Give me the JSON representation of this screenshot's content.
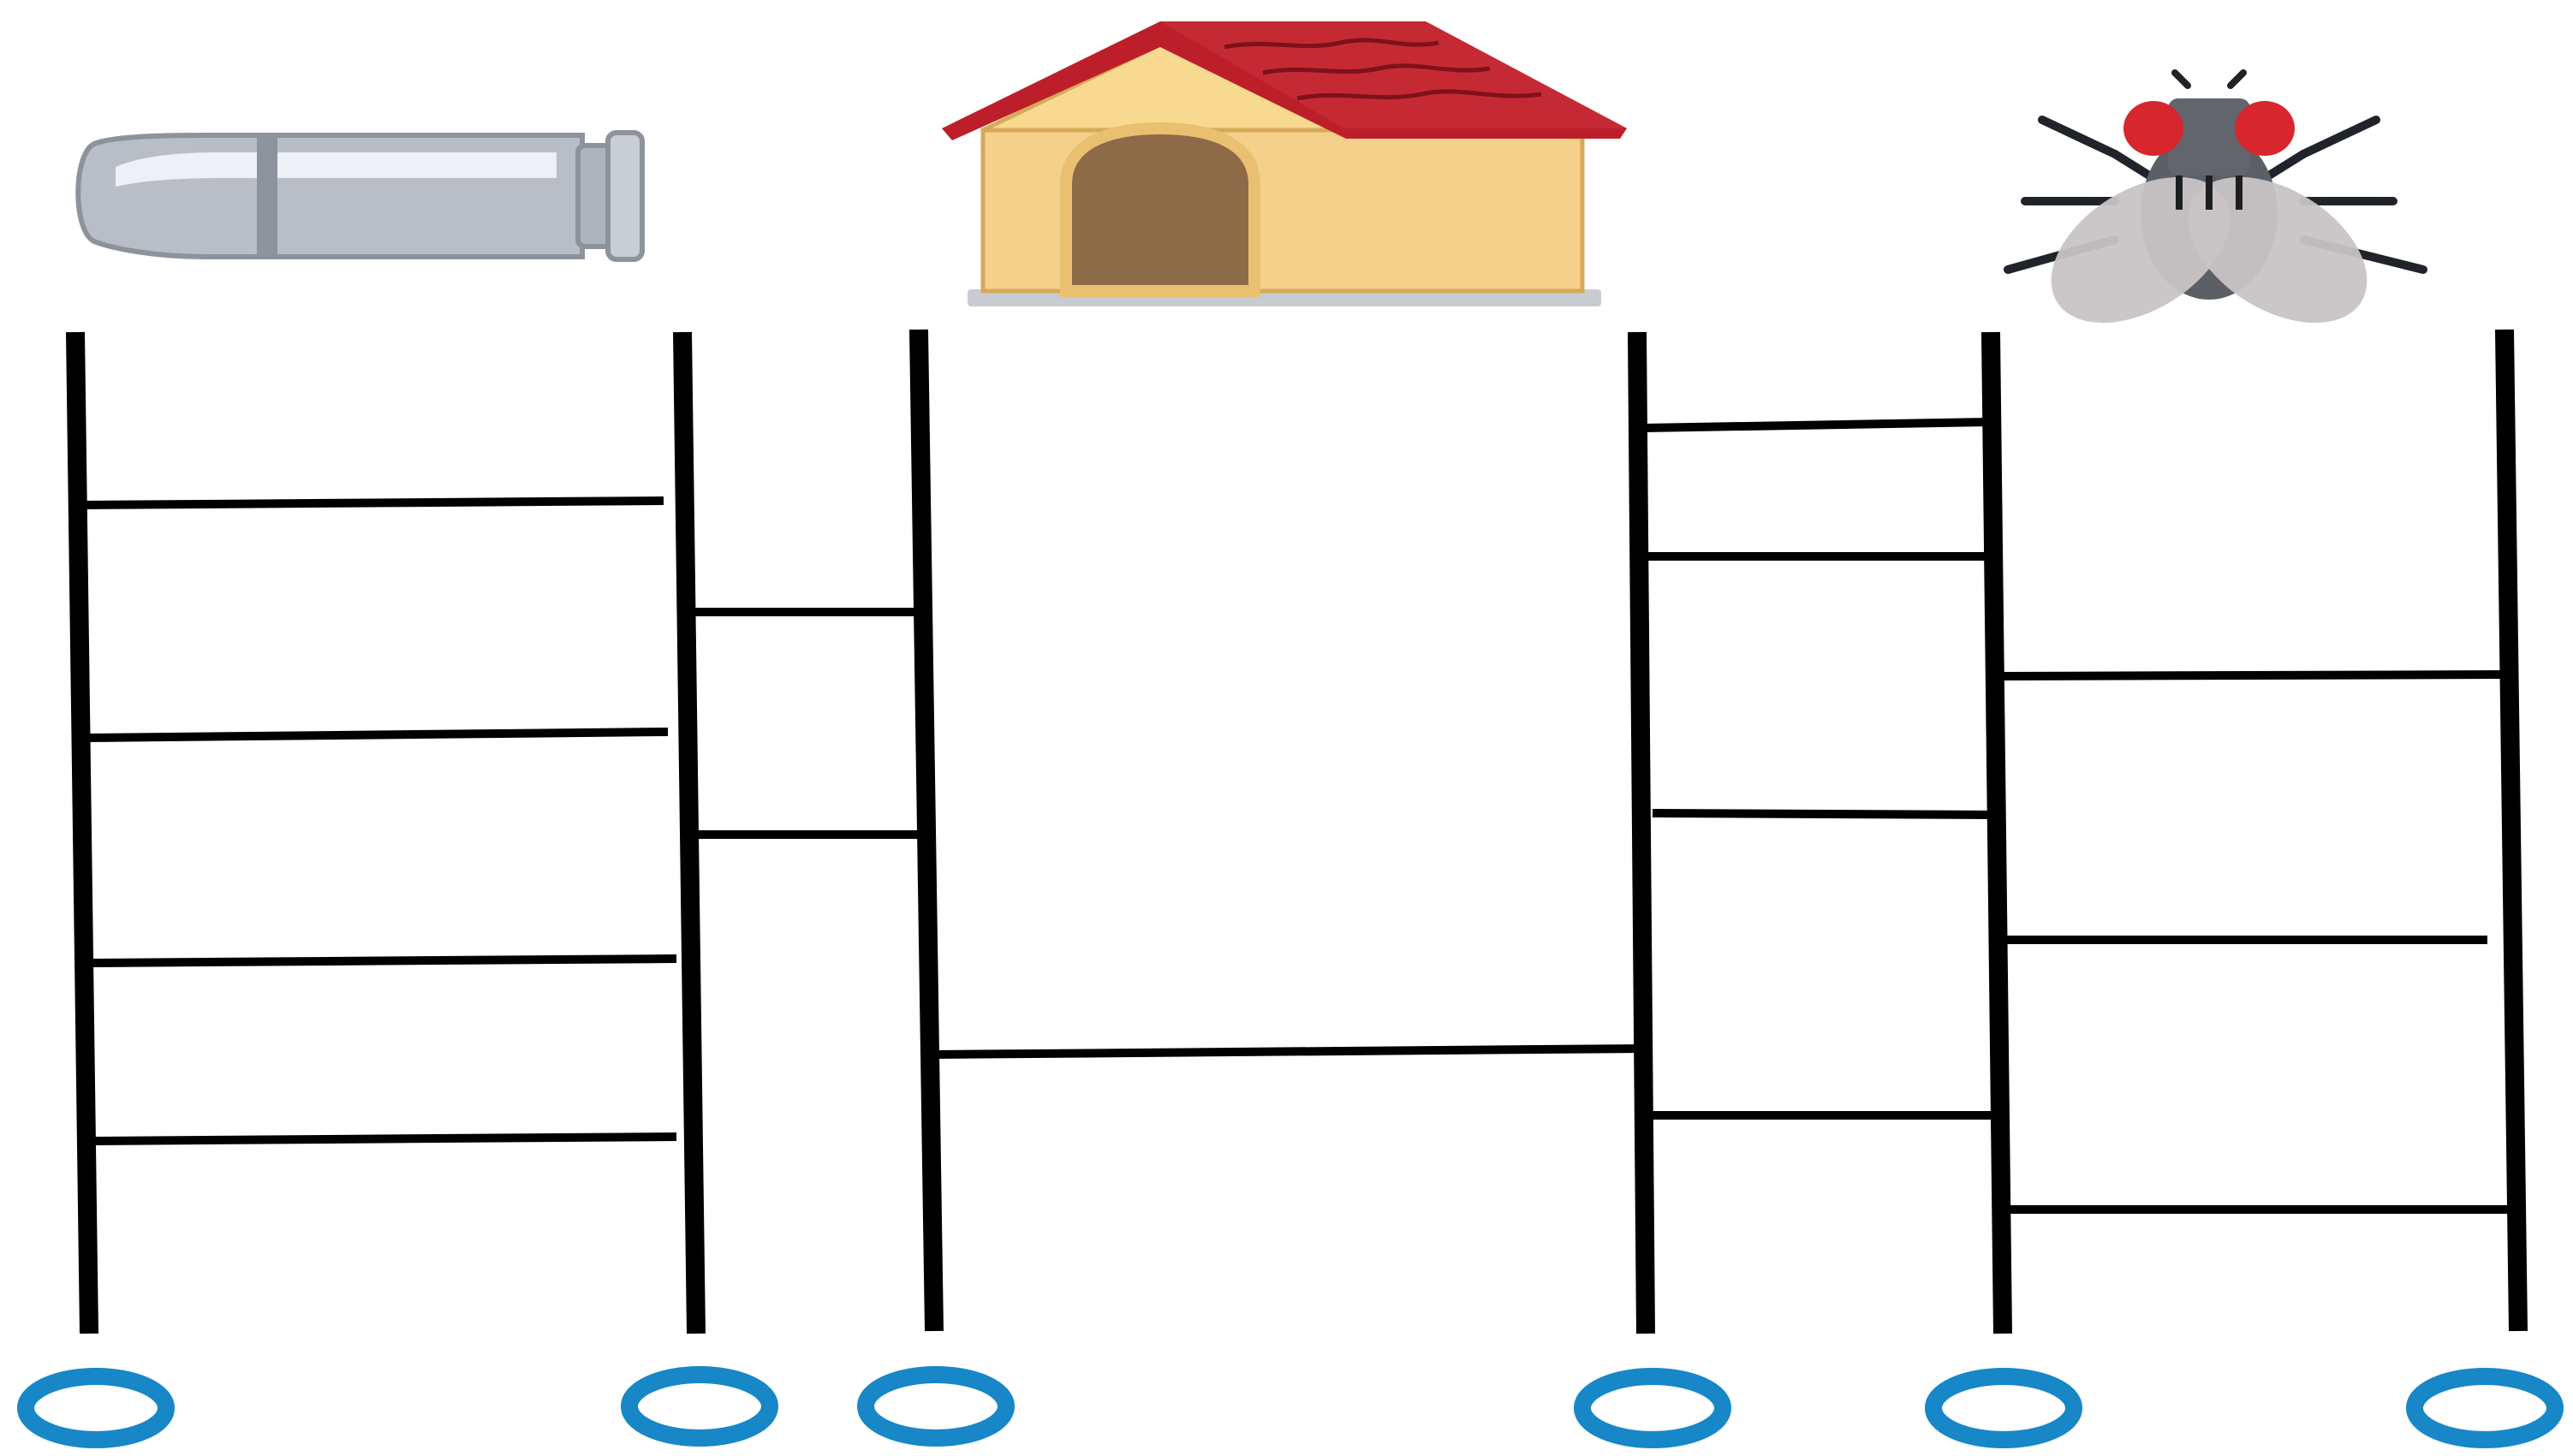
{
  "game": {
    "type": "ladder-lottery",
    "pictures": [
      {
        "name": "bullet",
        "icon": "bullet-icon"
      },
      {
        "name": "doghouse",
        "icon": "doghouse-icon"
      },
      {
        "name": "fly",
        "icon": "fly-icon"
      }
    ],
    "goals": [
      {
        "shape": "ring",
        "color": "#1787c8"
      },
      {
        "shape": "ring",
        "color": "#1787c8"
      },
      {
        "shape": "ring",
        "color": "#1787c8"
      },
      {
        "shape": "ring",
        "color": "#1787c8"
      },
      {
        "shape": "ring",
        "color": "#1787c8"
      },
      {
        "shape": "ring",
        "color": "#1787c8"
      }
    ],
    "lines": {
      "count": 6,
      "color": "#000000"
    },
    "rungs": [
      {
        "between": [
          1,
          2
        ],
        "order": 1
      },
      {
        "between": [
          1,
          2
        ],
        "order": 2
      },
      {
        "between": [
          1,
          2
        ],
        "order": 3
      },
      {
        "between": [
          1,
          2
        ],
        "order": 4
      },
      {
        "between": [
          2,
          3
        ],
        "order": 1
      },
      {
        "between": [
          2,
          3
        ],
        "order": 2
      },
      {
        "between": [
          3,
          4
        ],
        "order": 1
      },
      {
        "between": [
          4,
          5
        ],
        "order": 1
      },
      {
        "between": [
          4,
          5
        ],
        "order": 2
      },
      {
        "between": [
          4,
          5
        ],
        "order": 3
      },
      {
        "between": [
          4,
          5
        ],
        "order": 4
      },
      {
        "between": [
          5,
          6
        ],
        "order": 1
      },
      {
        "between": [
          5,
          6
        ],
        "order": 2
      },
      {
        "between": [
          5,
          6
        ],
        "order": 3
      }
    ]
  }
}
